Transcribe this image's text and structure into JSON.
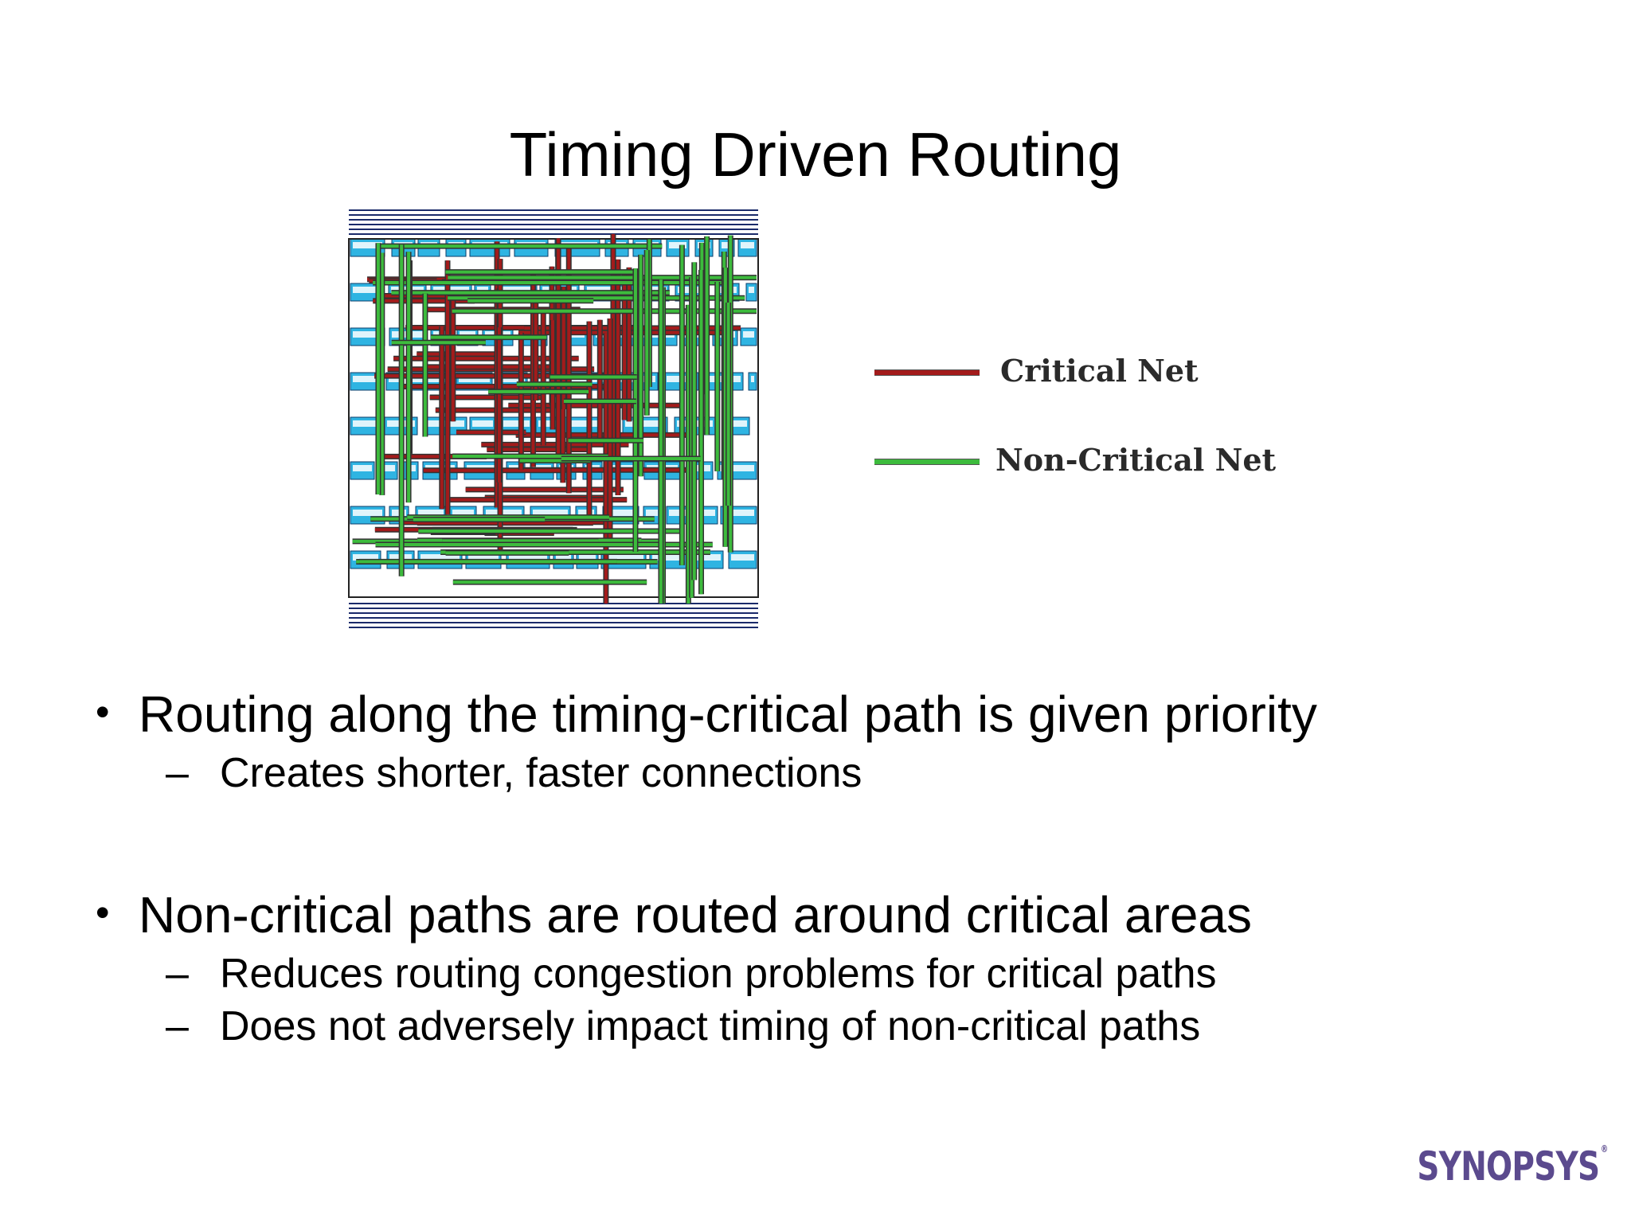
{
  "slide": {
    "title": "Timing Driven Routing",
    "legend": [
      {
        "label": "Critical Net",
        "color": "#a31b1b"
      },
      {
        "label": "Non-Critical Net",
        "color": "#3dbb3d"
      }
    ],
    "bullets": [
      {
        "text": "Routing along the timing-critical path is given priority",
        "subitems": [
          "Creates shorter, faster connections"
        ]
      },
      {
        "text": "Non-critical paths are routed around critical areas",
        "subitems": [
          "Reduces routing congestion problems for critical paths",
          "Does not adversely impact timing of non-critical paths"
        ]
      }
    ],
    "bullet_symbol": "•",
    "dash_symbol": "–",
    "logo_text": "SYNOPSYS",
    "logo_mark": "®",
    "colors": {
      "critical": "#a31b1b",
      "non_critical": "#3dbb3d",
      "cell": "#2fb4e2",
      "track": "#1a2a6a",
      "logo": "#5b4a8e"
    }
  }
}
